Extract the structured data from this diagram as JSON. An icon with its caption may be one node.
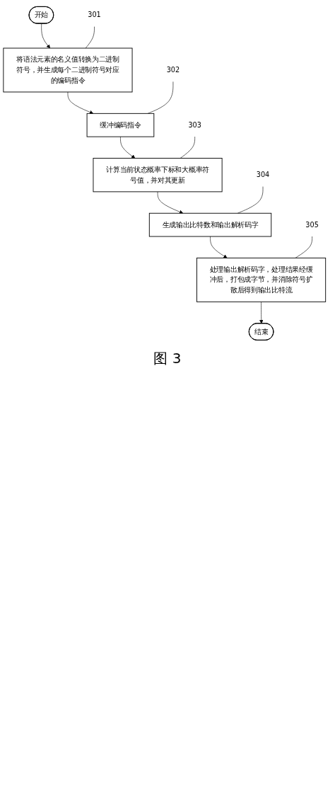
{
  "diagram": {
    "caption": "图 3",
    "nodes": [
      {
        "text": [
          "开始"
        ]
      },
      {
        "text": [
          "将语法元素的名义值转换为二进制符号，并生成每个二进制符号对应的编码指令"
        ]
      },
      {
        "text": [
          "301"
        ]
      },
      {
        "text": [
          "缓冲编码指令"
        ]
      },
      {
        "text": [
          "302"
        ]
      },
      {
        "text": [
          "计算当前状态概率下标和大概率符号值，并对其更新"
        ]
      },
      {
        "text": [
          "303"
        ]
      },
      {
        "text": [
          "生成输出比特数和输出解析码字"
        ]
      },
      {
        "text": [
          "304"
        ]
      },
      {
        "text": [
          "处理输出解析码字，处理结果经缓冲后，打包成字节，并消除符号扩散后得到输出比特流"
        ]
      },
      {
        "text": [
          "305"
        ]
      },
      {
        "text": [
          "结束"
        ]
      }
    ],
    "edges": [
      {
        "from": 0,
        "to": 1,
        "arrow": "to"
      },
      {
        "from": 1,
        "to": 3,
        "arrow": "to"
      },
      {
        "from": 3,
        "to": 5,
        "arrow": "to"
      },
      {
        "from": 5,
        "to": 7,
        "arrow": "to"
      },
      {
        "from": 7,
        "to": 9,
        "arrow": "to"
      },
      {
        "from": 9,
        "to": 11,
        "arrow": "to"
      },
      {
        "from": 2,
        "to": 1,
        "arrow": "none"
      },
      {
        "from": 4,
        "to": 3,
        "arrow": "none"
      },
      {
        "from": 6,
        "to": 5,
        "arrow": "none"
      },
      {
        "from": 8,
        "to": 7,
        "arrow": "none"
      },
      {
        "from": 10,
        "to": 9,
        "arrow": "none"
      }
    ]
  }
}
